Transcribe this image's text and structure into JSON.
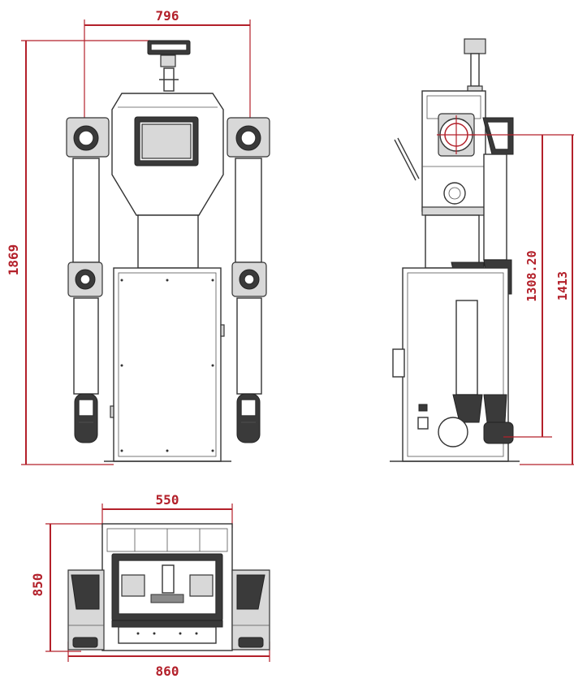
{
  "dimensions": {
    "front_width": "796",
    "front_height": "1869",
    "side_height_inner": "1308.20",
    "side_height_outer": "1413",
    "top_depth": "850",
    "top_inner_width": "550",
    "top_overall_width": "860"
  },
  "colors": {
    "dimension": "#b3202a",
    "line": "#3a3a3a"
  }
}
